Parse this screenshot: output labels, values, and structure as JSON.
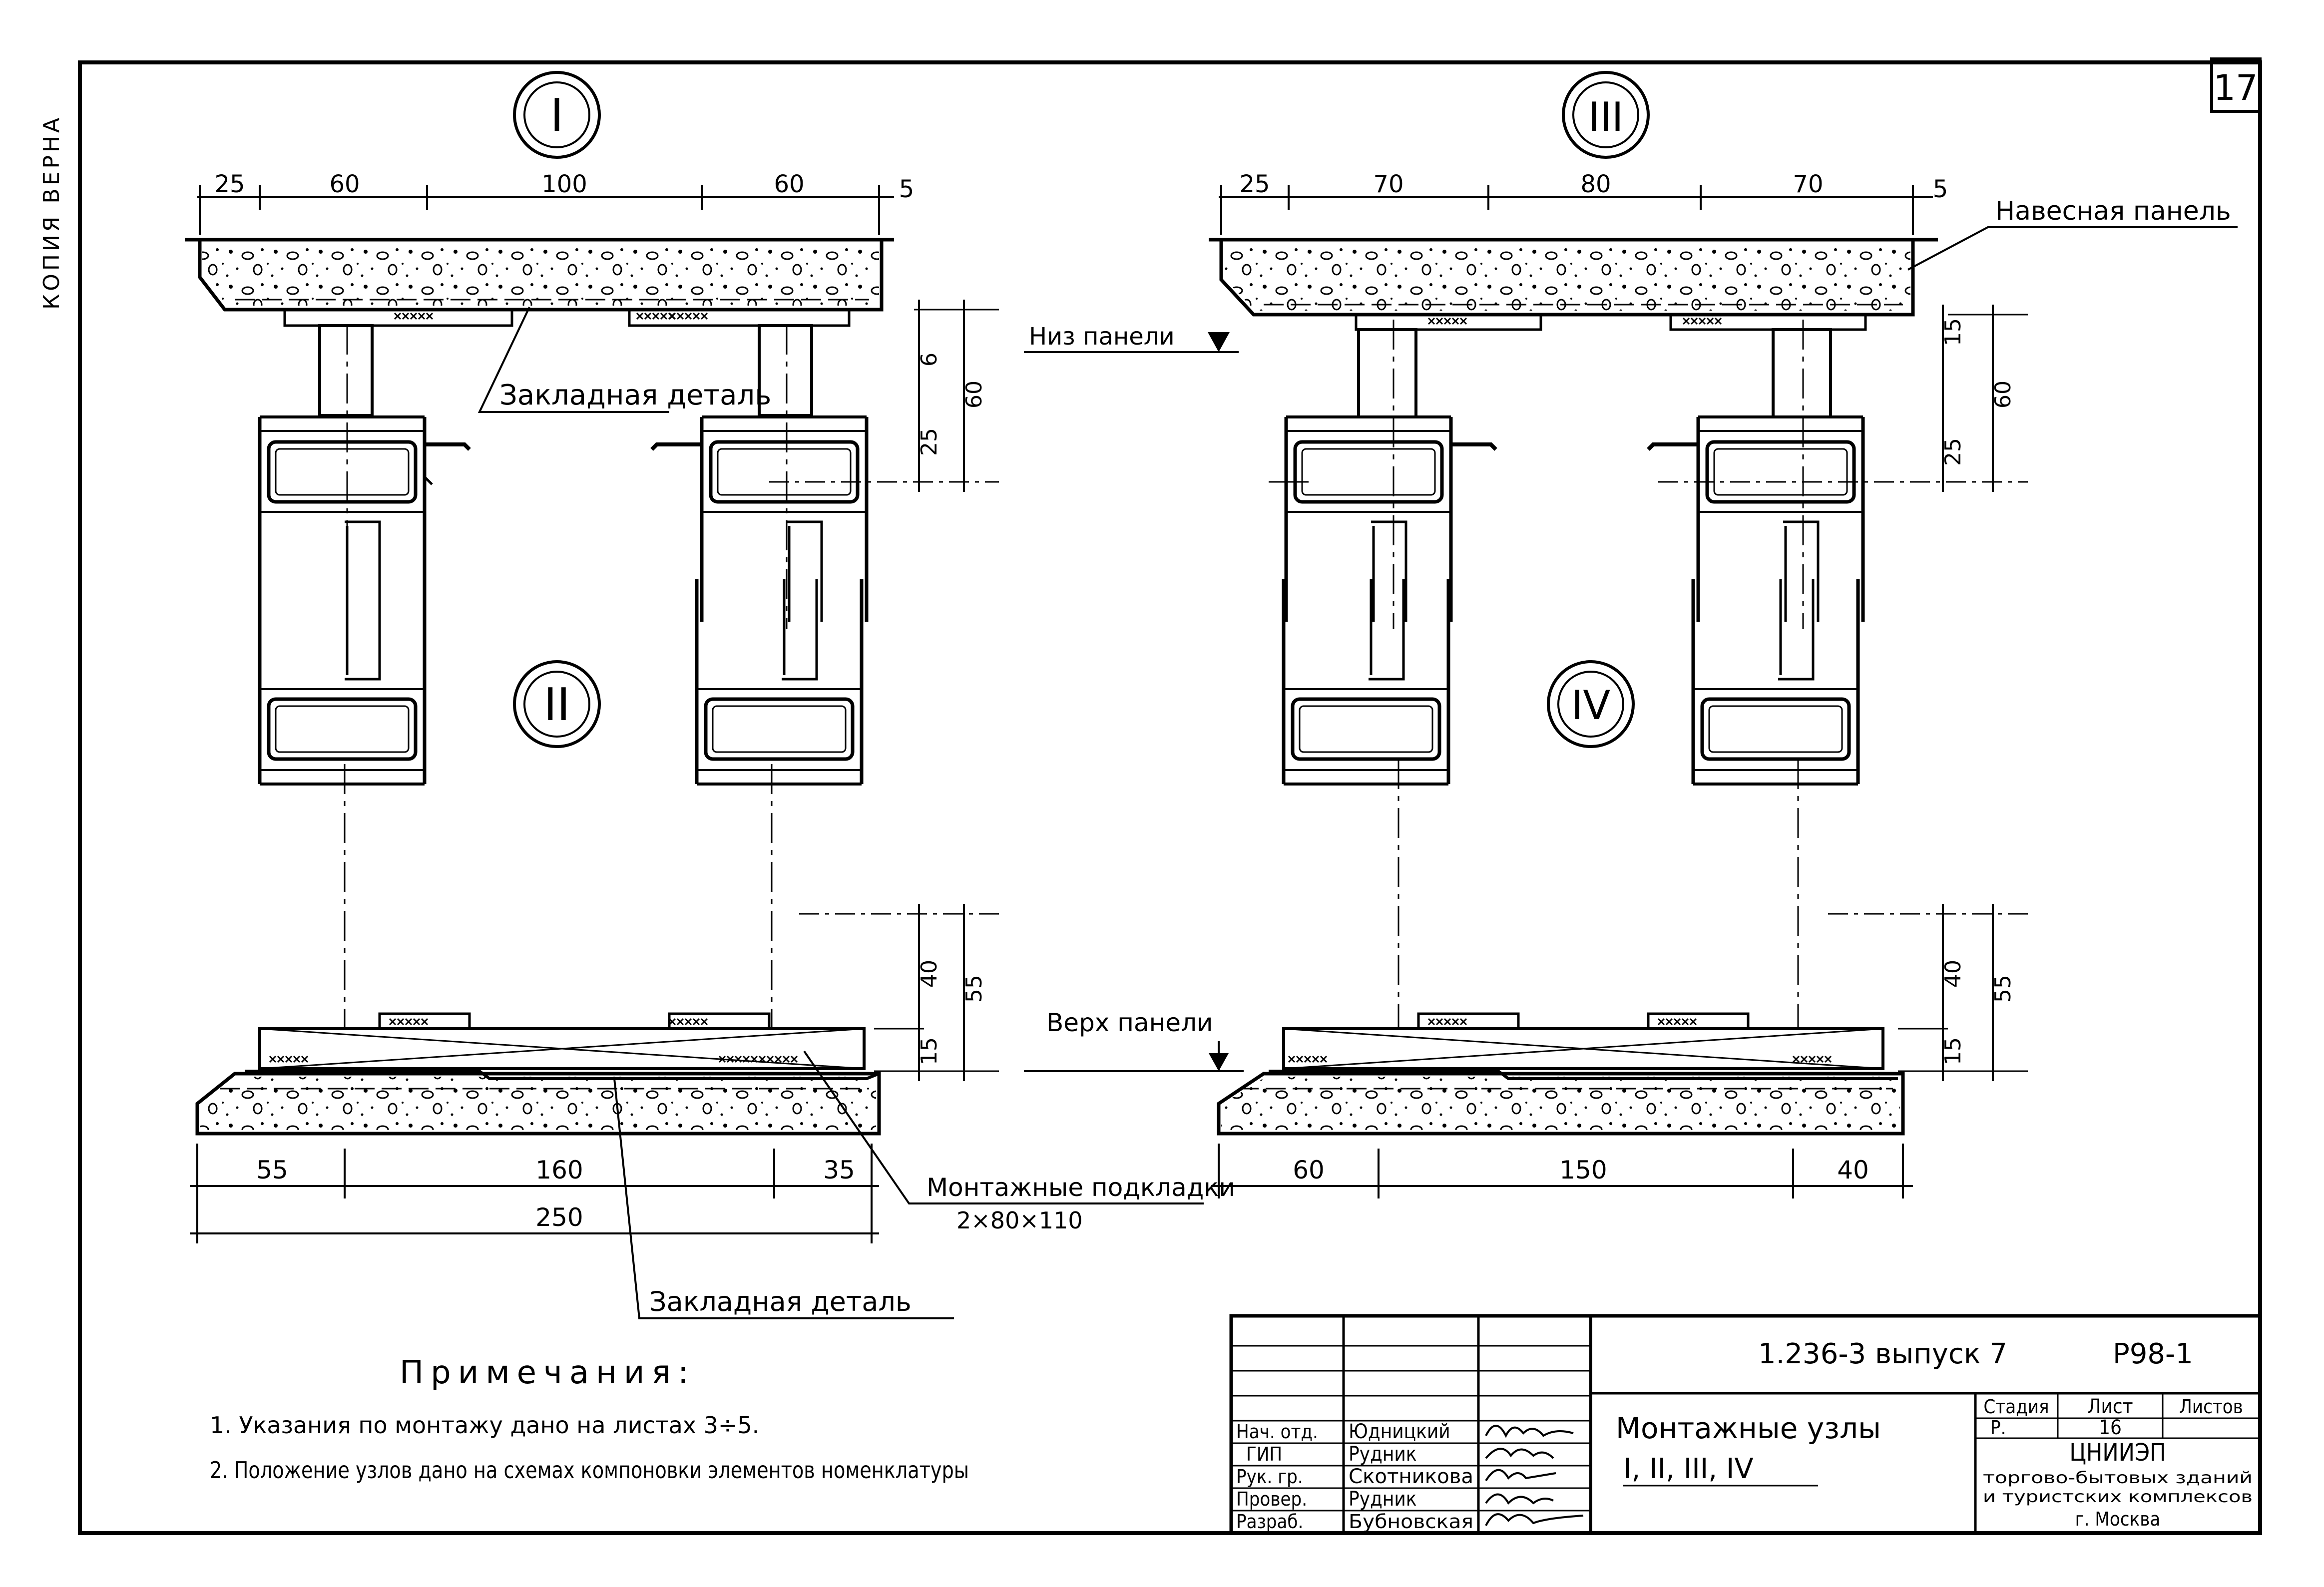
{
  "sheet_number": "17",
  "side_stamp": "КОПИЯ ВЕРНА",
  "nodes": {
    "n1": {
      "mark": "I",
      "dims": [
        "25",
        "60",
        "100",
        "60",
        "5"
      ],
      "vdims": [
        "6",
        "60",
        "25"
      ],
      "labels": {
        "embed": "Закладная деталь"
      }
    },
    "n3": {
      "mark": "III",
      "dims": [
        "25",
        "70",
        "80",
        "70",
        "5"
      ],
      "vdims": [
        "15",
        "60",
        "25"
      ],
      "labels": {
        "panel": "Навесная панель",
        "panel_bottom": "Низ панели"
      }
    },
    "n2": {
      "mark": "II",
      "dims": [
        "55",
        "160",
        "35",
        "250"
      ],
      "vdims": [
        "40",
        "55",
        "15"
      ],
      "labels": {
        "pads": "Монтажные подкладки",
        "pads_size": "2×80×110",
        "embed": "Закладная деталь"
      }
    },
    "n4": {
      "mark": "IV",
      "dims": [
        "60",
        "150",
        "40"
      ],
      "vdims": [
        "40",
        "55",
        "15"
      ],
      "labels": {
        "panel_top": "Верх панели"
      }
    }
  },
  "notes": {
    "title": "Примечания:",
    "items": [
      "1. Указания по монтажу дано на листах 3÷5.",
      "2. Положение узлов дано на схемах компоновки элементов номенклатуры"
    ]
  },
  "title_block": {
    "code": "1.236-3 выпуск 7",
    "sheet_code": "Р98-1",
    "drawing_title": "Монтажные узлы",
    "drawing_subtitle": "I, II, III, IV",
    "stage_header": "Стадия",
    "sheet_header": "Лист",
    "sheets_header": "Листов",
    "stage": "Р.",
    "sheet": "16",
    "org_name": "ЦНИИЭП",
    "org_line2": "торгово-бытовых зданий",
    "org_line3": "и туристских комплексов",
    "org_city": "г. Москва",
    "roles": [
      {
        "role": "Нач. отд.",
        "name": "Юдницкий"
      },
      {
        "role": "ГИП",
        "name": "Рудник"
      },
      {
        "role": "Рук. гр.",
        "name": "Скотникова"
      },
      {
        "role": "Провер.",
        "name": "Рудник"
      },
      {
        "role": "Разраб.",
        "name": "Бубновская"
      }
    ]
  }
}
